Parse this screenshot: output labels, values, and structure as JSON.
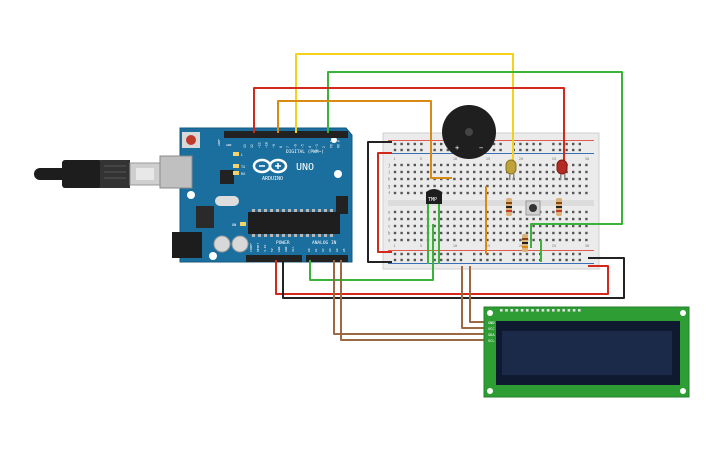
{
  "arduino": {
    "brand_label": "ARDUINO",
    "model_label": "UNO",
    "digital_header_label": "DIGITAL (PWM~)",
    "power_header_label": "POWER",
    "analog_header_label": "ANALOG IN",
    "tx_label": "TX",
    "rx_label": "RX",
    "l_label": "L",
    "on_label": "ON",
    "aref_label": "AREF",
    "gnd_label": "GND",
    "digital_pin_labels": [
      "13",
      "12",
      "~11",
      "~10",
      "~9",
      "8",
      "7",
      "~6",
      "~5",
      "4",
      "~3",
      "2",
      "TX 1",
      "RX 0"
    ],
    "power_pin_labels": [
      "IOREF",
      "RESET",
      "3.3V",
      "5V",
      "GND",
      "GND",
      "Vin"
    ],
    "analog_pin_labels": [
      "A0",
      "A1",
      "A2",
      "A3",
      "A4",
      "A5"
    ]
  },
  "sensor": {
    "label": "TMP"
  },
  "buzzer": {
    "plus_label": "+",
    "minus_label": "−"
  },
  "breadboard": {
    "row_letters_top": [
      "j",
      "i",
      "h",
      "g",
      "f"
    ],
    "row_letters_bottom": [
      "e",
      "d",
      "c",
      "b",
      "a"
    ],
    "column_numbers": [
      "1",
      "5",
      "10",
      "15",
      "20",
      "25",
      "30"
    ]
  },
  "lcd": {
    "pin_labels": [
      "GND",
      "VCC",
      "SDA",
      "SCL"
    ]
  },
  "colors": {
    "arduino_board": "#1b6f9f",
    "breadboard": "#ebebeb",
    "lcd_board": "#2e9e34",
    "lcd_screen": "#1c2a4a",
    "wire_red": "#d4281c",
    "wire_yellow": "#f2d21a",
    "wire_green": "#3bb33b",
    "wire_orange": "#d98a12",
    "wire_black": "#222222",
    "wire_brown": "#9b6a45"
  }
}
